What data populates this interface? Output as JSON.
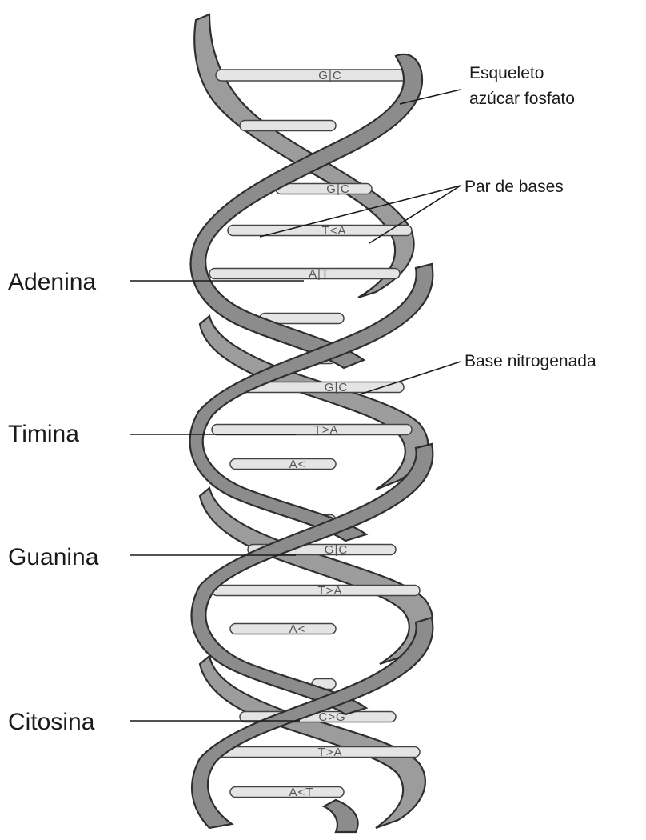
{
  "labels": {
    "left": [
      {
        "key": "adenina",
        "text": "Adenina"
      },
      {
        "key": "timina",
        "text": "Timina"
      },
      {
        "key": "guanina",
        "text": "Guanina"
      },
      {
        "key": "citosina",
        "text": "Citosina"
      }
    ],
    "right": {
      "backbone_line1": "Esqueleto",
      "backbone_line2": "azúcar fosfato",
      "base_pair": "Par de bases",
      "nitrogen_base": "Base nitrogenada"
    }
  },
  "base_pairs": [
    "G|C",
    "",
    "G|C",
    "T<A",
    "A|T",
    "",
    "",
    "G|C",
    "T>A",
    "A<",
    "",
    "G|C",
    "T>A",
    "A<",
    "",
    "C>G",
    "T>A",
    "A<T"
  ],
  "colors": {
    "strand_fill": "#8c8c8c",
    "strand_outline": "#2e2e2e",
    "rung_fill": "#e4e4e4",
    "text": "#1a1a1a"
  }
}
